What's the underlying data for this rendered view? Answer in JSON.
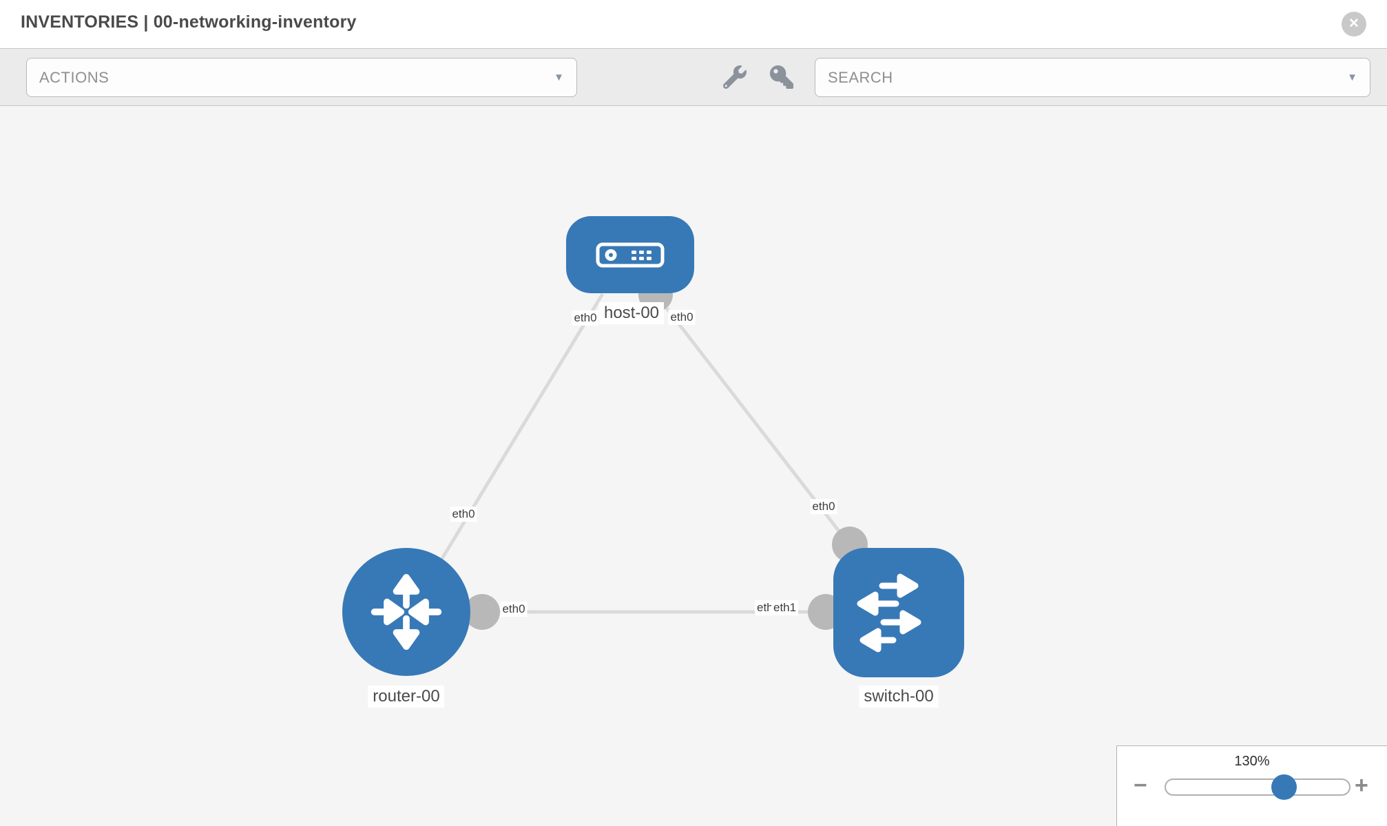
{
  "header": {
    "title": "INVENTORIES | 00-networking-inventory"
  },
  "icons": {
    "close": "✕",
    "caret_down": "▼",
    "wrench": "wrench-icon",
    "key": "key-icon"
  },
  "toolbar": {
    "actions_dropdown_value": "ACTIONS",
    "search_dropdown_value": "SEARCH"
  },
  "topology": {
    "nodes": [
      {
        "id": "host-00",
        "type": "host",
        "label": "host-00"
      },
      {
        "id": "router-00",
        "type": "router",
        "label": "router-00"
      },
      {
        "id": "switch-00",
        "type": "switch",
        "label": "switch-00"
      }
    ],
    "links": [
      {
        "from": "host-00",
        "to": "router-00",
        "from_interface": "eth0",
        "to_interface": "eth0"
      },
      {
        "from": "host-00",
        "to": "switch-00",
        "from_interface": "eth0",
        "to_interface": "eth0"
      },
      {
        "from": "router-00",
        "to": "switch-00",
        "from_interface": "eth0",
        "to_interface_stacked": [
          "eth0",
          "eth1"
        ]
      }
    ]
  },
  "zoom_control": {
    "level": "130%",
    "decrease": "−",
    "increase": "+"
  },
  "colors": {
    "node_blue": "#3779b7",
    "link_gray": "#dadada",
    "connector_gray": "#b8b8b8",
    "canvas_bg": "#f5f5f5",
    "toolbar_bg": "#ebebeb"
  }
}
